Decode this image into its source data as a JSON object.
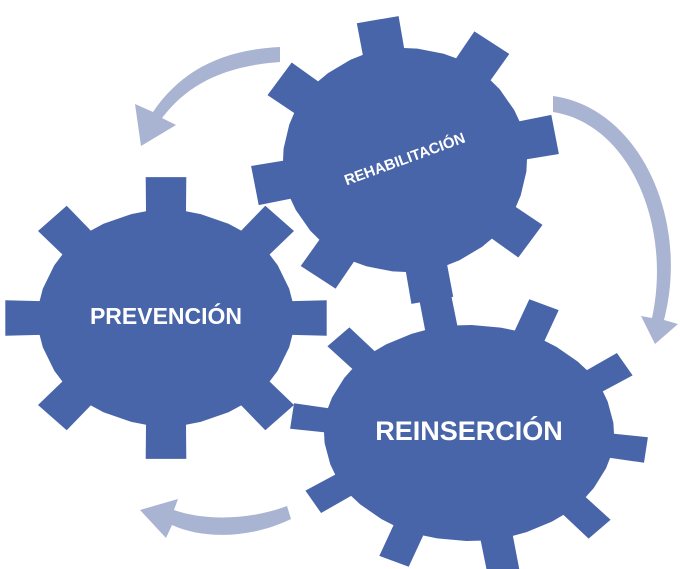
{
  "diagram": {
    "gears": [
      {
        "id": "rehabilitacion",
        "label": "REHABILITACIÓN"
      },
      {
        "id": "prevencion",
        "label": "PREVENCIÓN"
      },
      {
        "id": "reinsercion",
        "label": "REINSERCIÓN"
      }
    ],
    "colors": {
      "gear_fill": "#4965aa",
      "arrow_fill": "#a9b4d3",
      "label_text": "#ffffff",
      "background": "#ffffff"
    }
  }
}
